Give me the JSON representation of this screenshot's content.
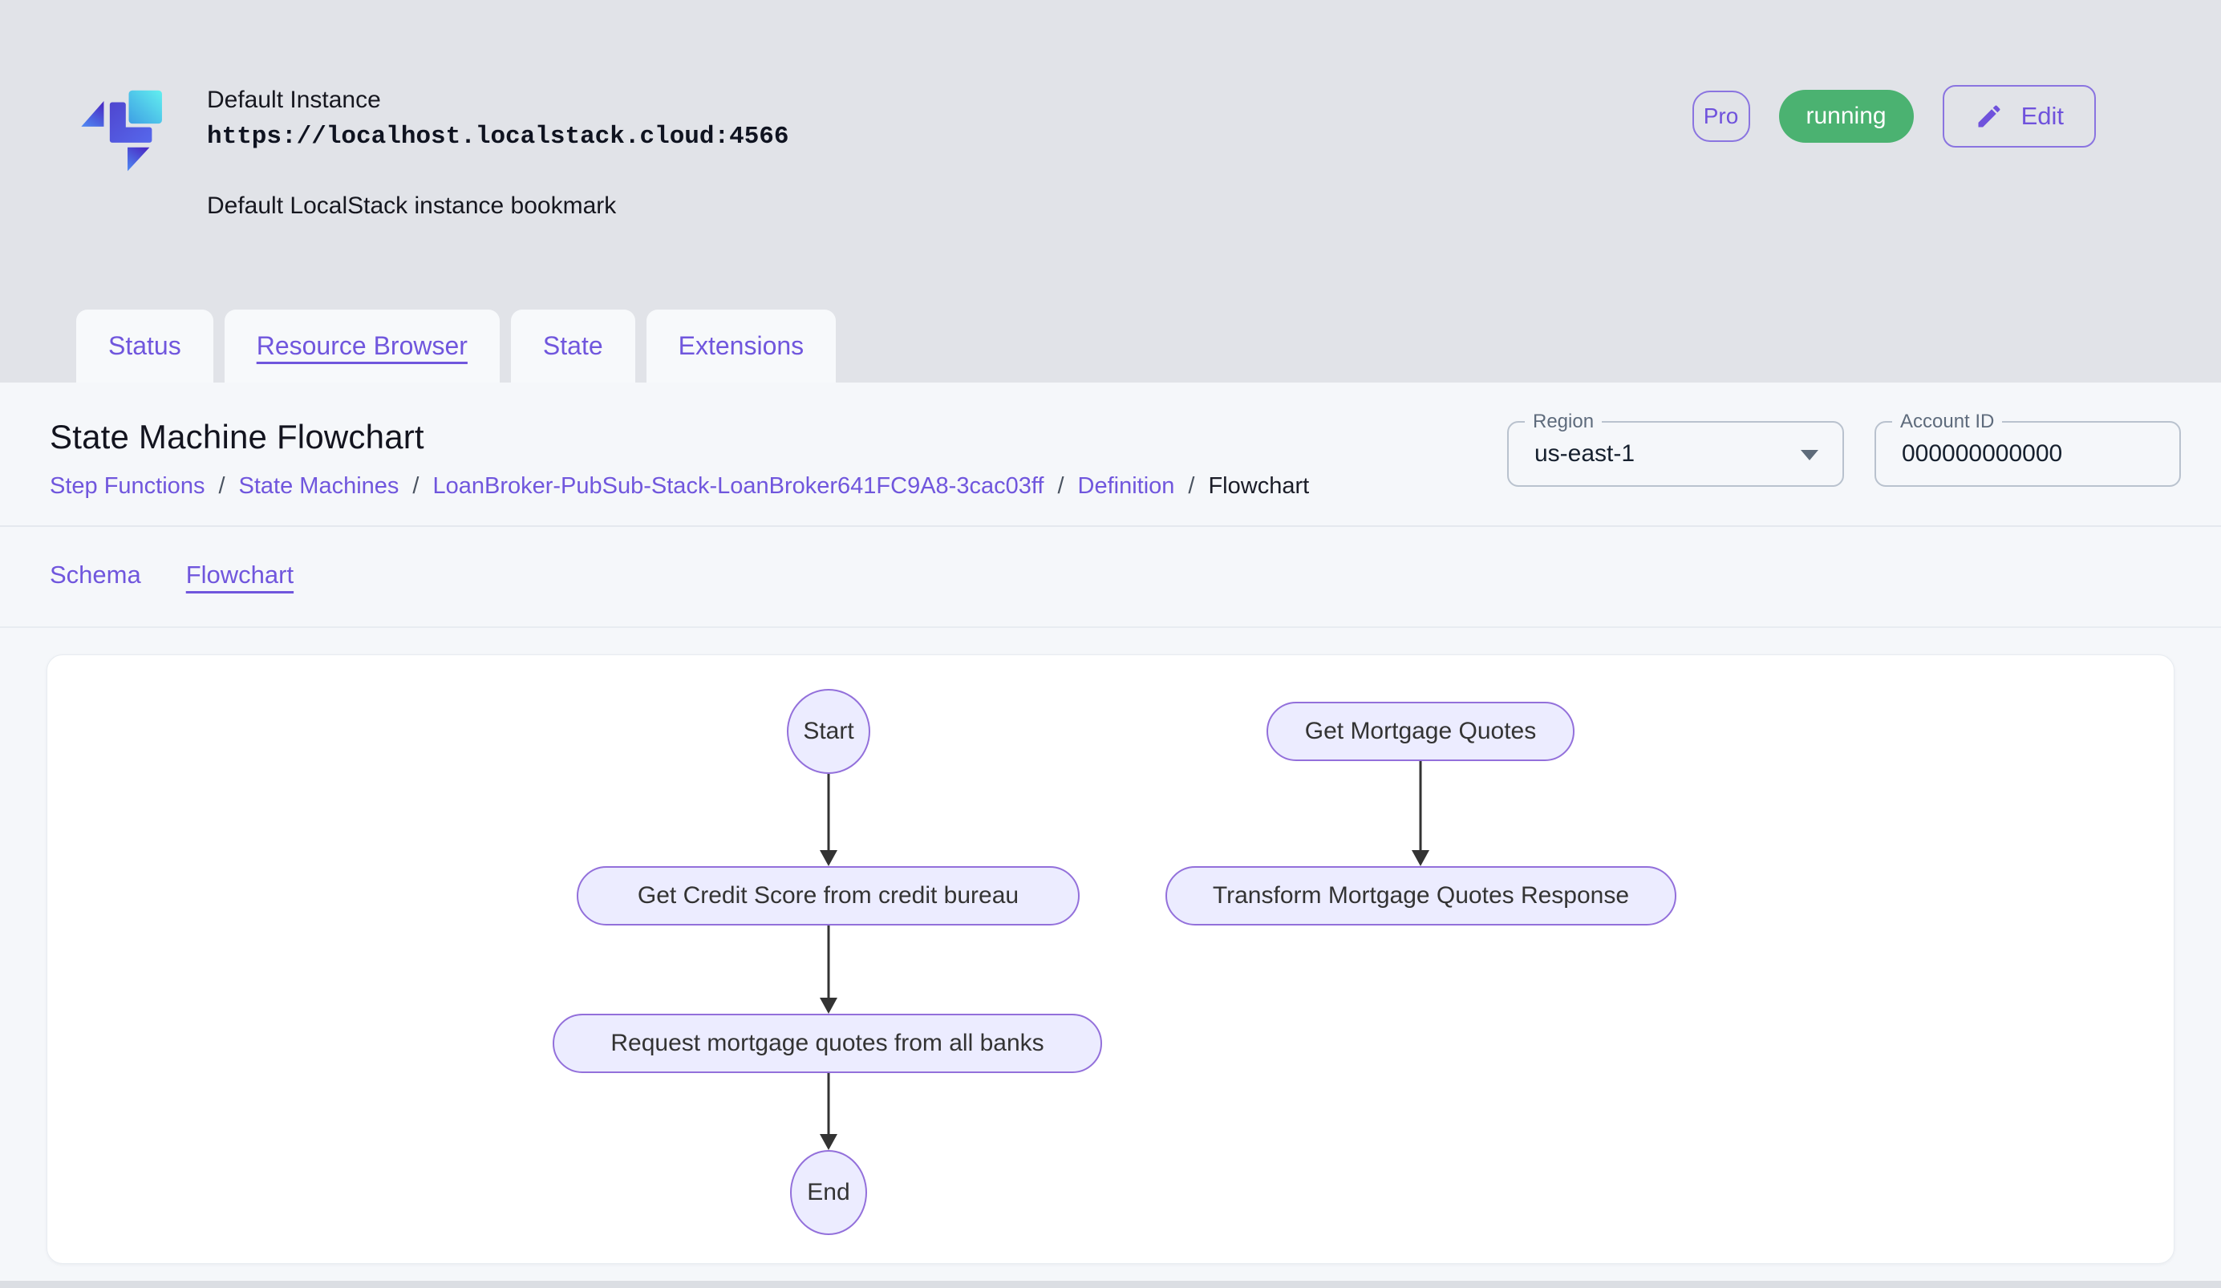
{
  "colors": {
    "accent_purple": "#7056DD",
    "running_green": "#4BB271",
    "page_bg": "#E1E3E8",
    "panel_bg": "#F5F7FA",
    "card_bg": "#FFFFFF",
    "node_fill": "#ECECFF",
    "node_border": "#9370DB",
    "arrow": "#333333"
  },
  "header": {
    "instance_name": "Default Instance",
    "instance_url": "https://localhost.localstack.cloud:4566",
    "instance_description": "Default LocalStack instance bookmark",
    "pro_badge": "Pro",
    "status_badge": "running",
    "edit_button": "Edit"
  },
  "tabs": [
    {
      "label": "Status",
      "active": false
    },
    {
      "label": "Resource Browser",
      "active": true
    },
    {
      "label": "State",
      "active": false
    },
    {
      "label": "Extensions",
      "active": false
    }
  ],
  "page": {
    "title": "State Machine Flowchart",
    "breadcrumb_separator": "/",
    "breadcrumb": [
      {
        "label": "Step Functions",
        "link": true
      },
      {
        "label": "State Machines",
        "link": true
      },
      {
        "label": "LoanBroker-PubSub-Stack-LoanBroker641FC9A8-3cac03ff",
        "link": true
      },
      {
        "label": "Definition",
        "link": true
      },
      {
        "label": "Flowchart",
        "link": false
      }
    ],
    "region_field": {
      "label": "Region",
      "value": "us-east-1"
    },
    "account_field": {
      "label": "Account ID",
      "value": "000000000000"
    }
  },
  "subtabs": [
    {
      "label": "Schema",
      "active": false
    },
    {
      "label": "Flowchart",
      "active": true
    }
  ],
  "flowchart": {
    "nodes": [
      {
        "label": "Start",
        "shape": "ellipse"
      },
      {
        "label": "Get Credit Score from credit bureau",
        "shape": "rounded"
      },
      {
        "label": "Request mortgage quotes from all banks",
        "shape": "rounded"
      },
      {
        "label": "End",
        "shape": "ellipse"
      },
      {
        "label": "Get Mortgage Quotes",
        "shape": "rounded"
      },
      {
        "label": "Transform Mortgage Quotes Response",
        "shape": "rounded"
      }
    ],
    "edges": [
      {
        "from": "Start",
        "to": "Get Credit Score from credit bureau"
      },
      {
        "from": "Get Credit Score from credit bureau",
        "to": "Request mortgage quotes from all banks"
      },
      {
        "from": "Request mortgage quotes from all banks",
        "to": "End"
      },
      {
        "from": "Get Mortgage Quotes",
        "to": "Transform Mortgage Quotes Response"
      }
    ]
  }
}
